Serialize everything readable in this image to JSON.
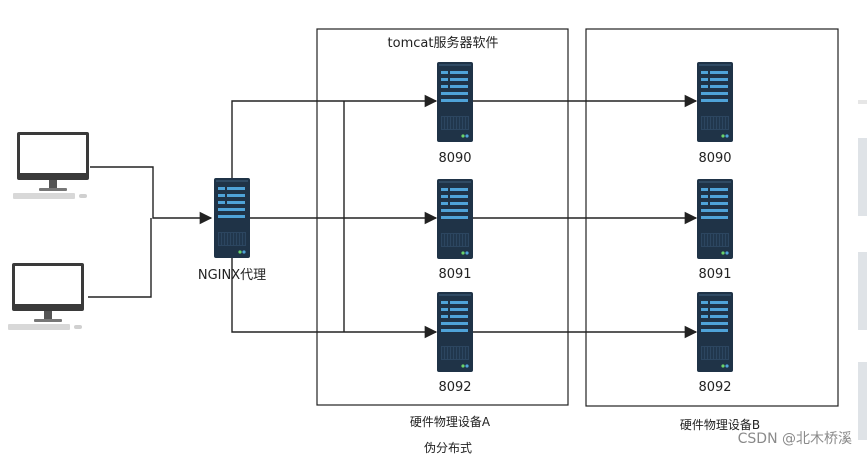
{
  "diagram": {
    "group_a_title": "tomcat服务器软件",
    "group_a_caption": "硬件物理设备A",
    "group_a_subcaption": "伪分布式",
    "group_b_caption": "硬件物理设备B",
    "proxy_label": "NGINX代理",
    "servers_a": [
      "8090",
      "8091",
      "8092"
    ],
    "servers_b": [
      "8090",
      "8091",
      "8092"
    ],
    "watermark": "CSDN @北木桥溪"
  }
}
